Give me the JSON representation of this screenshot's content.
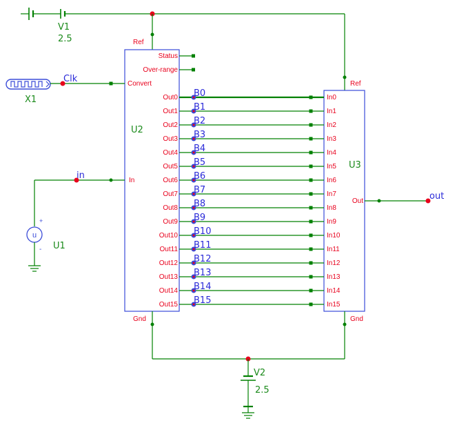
{
  "components": {
    "v1": {
      "name": "V1",
      "value": "2.5"
    },
    "v2": {
      "name": "V2",
      "value": "2.5"
    },
    "x1": {
      "name": "X1"
    },
    "u1": {
      "name": "U1",
      "symbol": "u",
      "plus": "+",
      "minus": "-"
    },
    "u2": {
      "name": "U2",
      "pins_left": [
        "Convert",
        "In"
      ],
      "pin_top": "Ref",
      "pin_bottom": "Gnd",
      "pin_status": "Status",
      "pin_overrange": "Over-range"
    },
    "u3": {
      "name": "U3",
      "pin_top": "Ref",
      "pin_bottom": "Gnd",
      "pin_out": "Out"
    }
  },
  "nets": {
    "clk": "Clk",
    "in": "in",
    "out": "out"
  },
  "bus": {
    "adc_outputs": [
      "Out0",
      "Out1",
      "Out2",
      "Out3",
      "Out4",
      "Out5",
      "Out6",
      "Out7",
      "Out8",
      "Out9",
      "Out10",
      "Out11",
      "Out12",
      "Out13",
      "Out14",
      "Out15"
    ],
    "dac_inputs": [
      "In0",
      "In1",
      "In2",
      "In3",
      "In4",
      "In5",
      "In6",
      "In7",
      "In8",
      "In9",
      "In10",
      "In11",
      "In12",
      "In13",
      "In14",
      "In15"
    ],
    "net_labels": [
      "B0",
      "B1",
      "B2",
      "B3",
      "B4",
      "B5",
      "B6",
      "B7",
      "B8",
      "B9",
      "B10",
      "B11",
      "B12",
      "B13",
      "B14",
      "B15"
    ]
  },
  "colors": {
    "wire": "#008000",
    "pin_text": "#e8001c",
    "component_text": "#1a8a1a",
    "net_label": "#2a2ad8",
    "box": "#3a4bd8"
  }
}
